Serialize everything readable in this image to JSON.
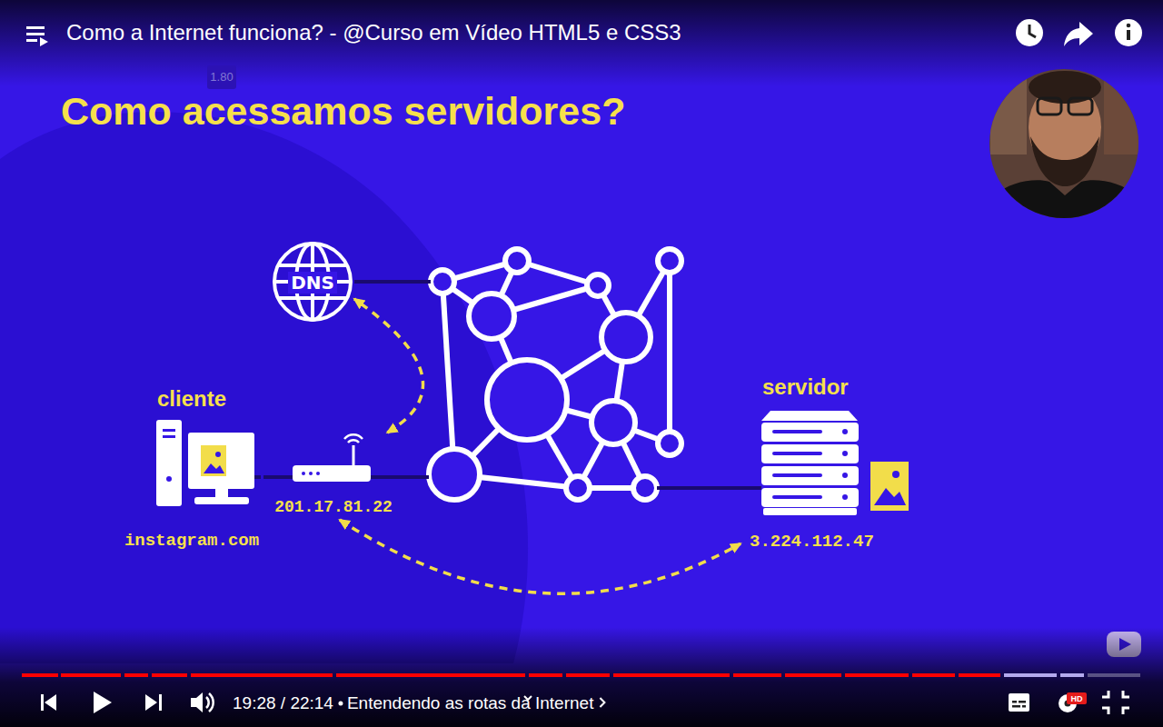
{
  "diagram": {
    "title": "Como acessamos servidores?",
    "nodes": [
      {
        "text": [
          "DNS"
        ]
      },
      {
        "text": [
          "cliente",
          "instagram.com"
        ]
      },
      {
        "text": [
          "201.17.81.22"
        ]
      },
      {
        "text": [
          "servidor",
          "3.224.112.47"
        ]
      }
    ],
    "edges": [
      {
        "from": 1,
        "to": 2,
        "arrow": "none"
      },
      {
        "from": 2,
        "to": 0,
        "arrow": "both"
      },
      {
        "from": 2,
        "to": 3,
        "arrow": "both"
      }
    ],
    "labels": [
      "Como a Internet funciona? - @Curso em Vídeo HTML5 e CSS3",
      "1.80",
      "19:28 / 22:14",
      "Entendendo as rotas da Internet",
      "HD"
    ]
  }
}
